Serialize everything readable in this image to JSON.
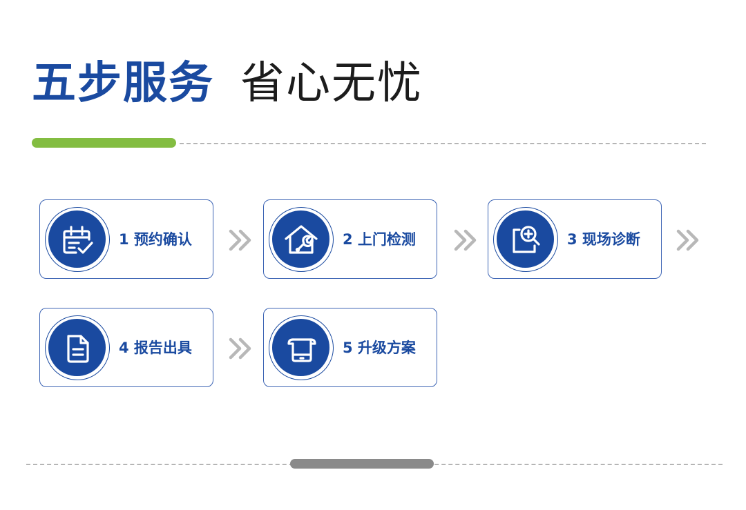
{
  "header": {
    "title_bold": "五步服务",
    "title_light": "省心无忧"
  },
  "colors": {
    "brand_blue": "#1a4aa0",
    "accent_green": "#83bd41",
    "chevron_gray": "#b8b8b8",
    "scroll_gray": "#8a8a8a"
  },
  "steps": [
    {
      "label": "1 预约确认",
      "icon": "calendar-check-icon"
    },
    {
      "label": "2 上门检测",
      "icon": "house-wrench-icon"
    },
    {
      "label": "3 现场诊断",
      "icon": "magnify-plus-icon"
    },
    {
      "label": "4 报告出具",
      "icon": "document-icon"
    },
    {
      "label": "5 升级方案",
      "icon": "tablet-scroll-icon"
    }
  ]
}
